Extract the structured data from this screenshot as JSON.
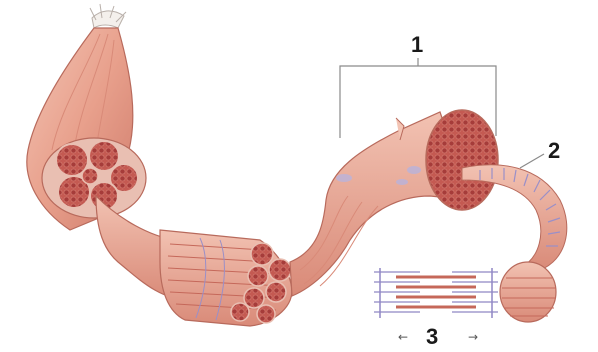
{
  "labels": {
    "one": "1",
    "two": "2",
    "three": "3"
  },
  "arrows": {
    "left": "←",
    "right": "→"
  },
  "colors": {
    "muscle": "#e8a08c",
    "muscle_dark": "#c5685a",
    "muscle_light": "#f3c4b4",
    "fascicle_end": "#b64a44",
    "fiber_dot": "#a63c3a",
    "sheath": "#e9bfb2",
    "tendon": "#f4f0ec",
    "myofibril_blue": "#9a8fc8",
    "leader": "#8a8a8a"
  }
}
